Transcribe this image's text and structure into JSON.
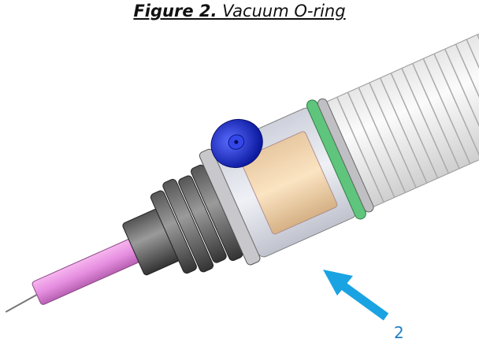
{
  "figure": {
    "number_label": "Figure 2.",
    "title": "Vacuum O-ring",
    "callout_label": "2"
  },
  "colors": {
    "tip": "#e68ee0",
    "cap": "#1b2fd6",
    "oring": "#5fc57c",
    "arrow": "#1aa3e2",
    "callout_text": "#1e7fc4"
  }
}
